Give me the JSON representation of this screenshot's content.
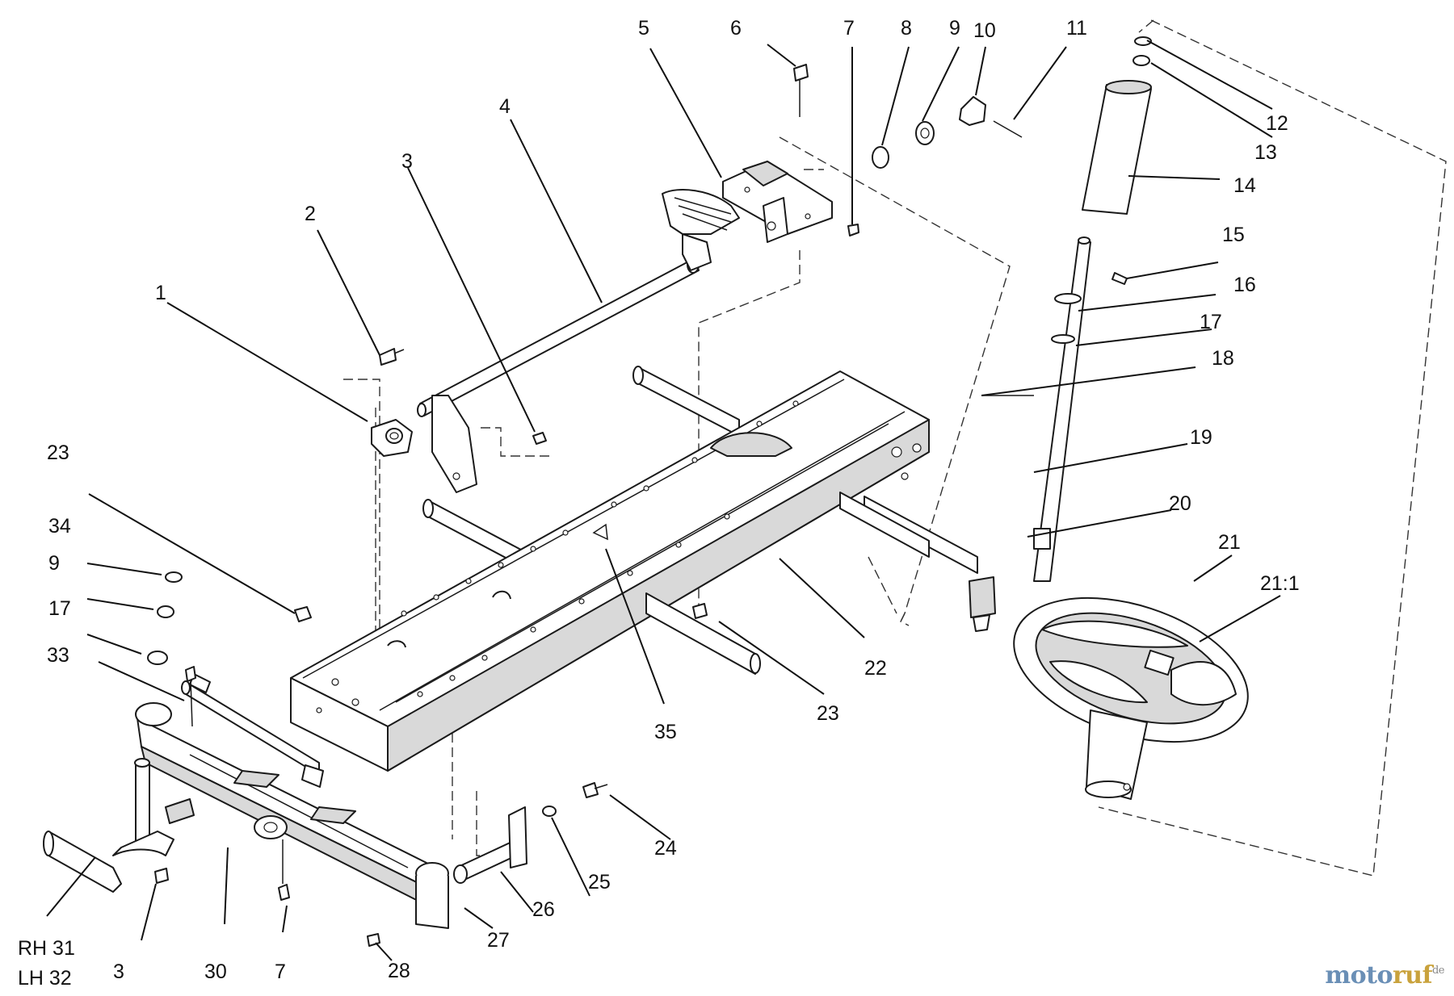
{
  "callouts": [
    {
      "id": "c1",
      "text": "1"
    },
    {
      "id": "c2",
      "text": "2"
    },
    {
      "id": "c3a",
      "text": "3"
    },
    {
      "id": "c4",
      "text": "4"
    },
    {
      "id": "c5",
      "text": "5"
    },
    {
      "id": "c6",
      "text": "6"
    },
    {
      "id": "c7a",
      "text": "7"
    },
    {
      "id": "c8",
      "text": "8"
    },
    {
      "id": "c9a",
      "text": "9"
    },
    {
      "id": "c10",
      "text": "10"
    },
    {
      "id": "c11",
      "text": "11"
    },
    {
      "id": "c12",
      "text": "12"
    },
    {
      "id": "c13",
      "text": "13"
    },
    {
      "id": "c14",
      "text": "14"
    },
    {
      "id": "c15",
      "text": "15"
    },
    {
      "id": "c16",
      "text": "16"
    },
    {
      "id": "c17a",
      "text": "17"
    },
    {
      "id": "c18",
      "text": "18"
    },
    {
      "id": "c19",
      "text": "19"
    },
    {
      "id": "c20",
      "text": "20"
    },
    {
      "id": "c21",
      "text": "21"
    },
    {
      "id": "c21_1",
      "text": "21:1"
    },
    {
      "id": "c22",
      "text": "22"
    },
    {
      "id": "c23a",
      "text": "23"
    },
    {
      "id": "c23b",
      "text": "23"
    },
    {
      "id": "c24",
      "text": "24"
    },
    {
      "id": "c25",
      "text": "25"
    },
    {
      "id": "c26",
      "text": "26"
    },
    {
      "id": "c27",
      "text": "27"
    },
    {
      "id": "c28",
      "text": "28"
    },
    {
      "id": "c3b",
      "text": "3"
    },
    {
      "id": "c30",
      "text": "30"
    },
    {
      "id": "c7b",
      "text": "7"
    },
    {
      "id": "c33",
      "text": "33"
    },
    {
      "id": "c17b",
      "text": "17"
    },
    {
      "id": "c9b",
      "text": "9"
    },
    {
      "id": "c34",
      "text": "34"
    },
    {
      "id": "c35",
      "text": "35"
    },
    {
      "id": "c31",
      "text": "RH 31"
    },
    {
      "id": "c32",
      "text": "LH 32"
    }
  ],
  "watermark": {
    "brand": "moto",
    "accent": "ruf",
    "tld": "de"
  },
  "colors": {
    "line": "#1a1a1a",
    "shade": "#d9d9d9",
    "watermark": "#6a8fb6",
    "watermark_accent": "#c9a23c"
  }
}
